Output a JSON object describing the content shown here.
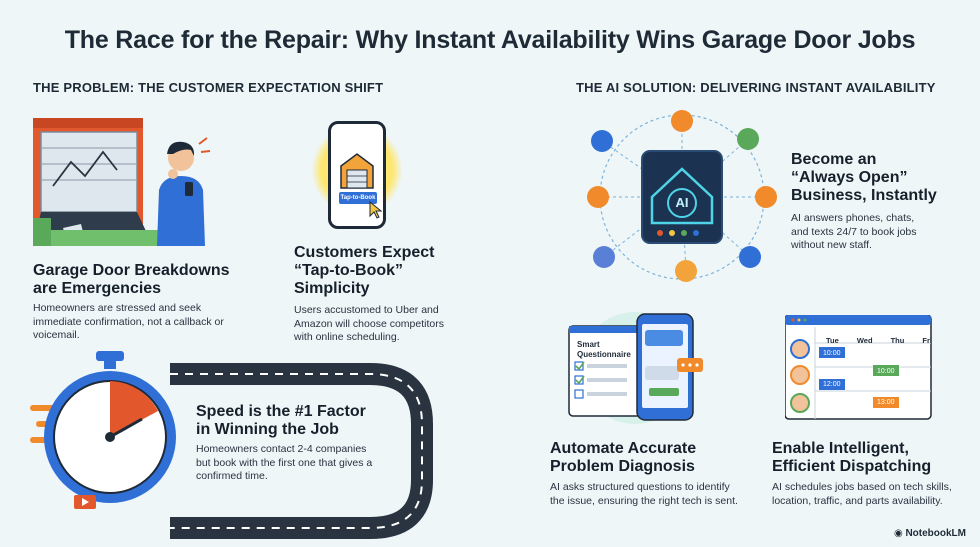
{
  "title": "The Race for the Repair: Why Instant Availability Wins Garage Door Jobs",
  "problem": {
    "heading": "THE PROBLEM: THE CUSTOMER EXPECTATION SHIFT",
    "breakdowns": {
      "title_line1": "Garage Door Breakdowns",
      "title_line2": "are Emergencies",
      "body_line1": "Homeowners are stressed and seek",
      "body_line2": "immediate confirmation, not a callback or",
      "body_line3": "voicemail."
    },
    "tap": {
      "button": "Tap-to-Book",
      "title_line1": "Customers Expect",
      "title_line2": "“Tap-to-Book”",
      "title_line3": "Simplicity",
      "body_line1": "Users accustomed to Uber and",
      "body_line2": "Amazon will choose competitors",
      "body_line3": "with online scheduling."
    },
    "speed": {
      "title_line1": "Speed is the #1 Factor",
      "title_line2": "in Winning the Job",
      "body_line1": "Homeowners contact 2-4 companies",
      "body_line2": "but book with the first one that gives a",
      "body_line3": "confirmed time."
    }
  },
  "solution": {
    "heading": "THE AI SOLUTION: DELIVERING INSTANT AVAILABILITY",
    "hub_label": "AI",
    "always_open": {
      "title_line1": "Become an",
      "title_line2": "“Always Open”",
      "title_line3": "Business, Instantly",
      "body_line1": "AI answers phones, chats,",
      "body_line2": "and texts 24/7 to book jobs",
      "body_line3": "without new staff."
    },
    "diagnosis": {
      "screen_line1": "Smart",
      "screen_line2": "Questionnaire",
      "title_line1": "Automate Accurate",
      "title_line2": "Problem Diagnosis",
      "body_line1": "AI asks structured questions to identify",
      "body_line2": "the issue, ensuring the right tech is sent."
    },
    "dispatch": {
      "days": [
        "Tue",
        "Wed",
        "Thu",
        "Fri"
      ],
      "slots": [
        "10:00",
        "10:00",
        "12:00",
        "13:00"
      ],
      "title_line1": "Enable Intelligent,",
      "title_line2": "Efficient Dispatching",
      "body_line1": "AI schedules jobs based on tech skills,",
      "body_line2": "location, traffic, and parts availability."
    }
  },
  "brand": "NotebookLM",
  "colors": {
    "accent_blue": "#2f6fd6",
    "accent_orange": "#f08a2a",
    "dark_navy": "#1f2a38"
  }
}
